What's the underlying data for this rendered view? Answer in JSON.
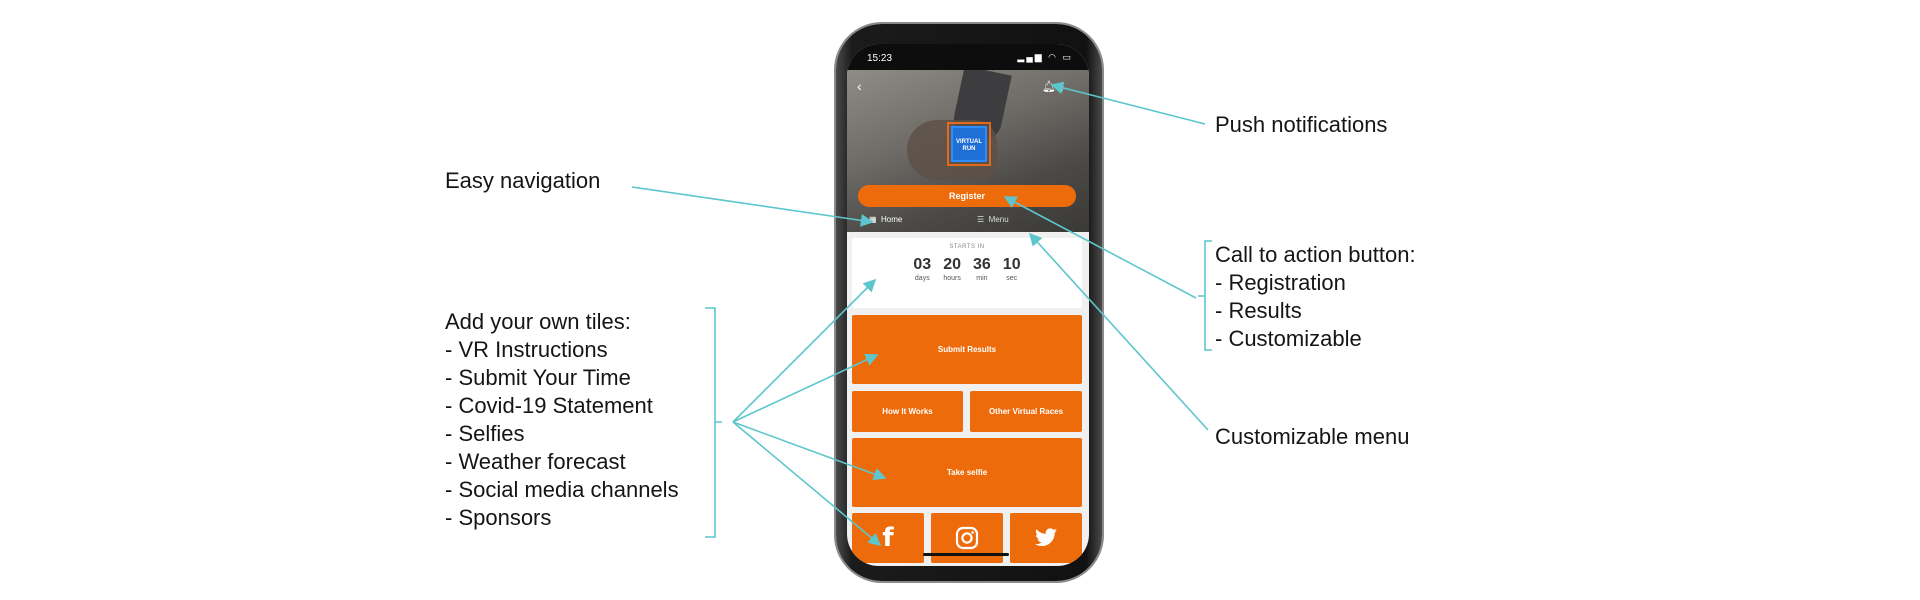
{
  "annotations": {
    "easy_navigation": "Easy navigation",
    "tiles_heading": "Add your own tiles:",
    "tiles_items": [
      "- VR Instructions",
      "- Submit Your Time",
      "- Covid-19 Statement",
      "- Selfies",
      "- Weather forecast",
      "- Social media channels",
      "- Sponsors"
    ],
    "push_notifications": "Push notifications",
    "cta_heading": "Call to action button:",
    "cta_items": [
      "- Registration",
      "- Results",
      "- Customizable"
    ],
    "customizable_menu": "Customizable menu"
  },
  "app": {
    "status_time": "15:23",
    "status_icons": "▂▄▆ ◠ ▭",
    "logo_text": "VIRTUAL RUN",
    "register_label": "Register",
    "nav": {
      "home": "Home",
      "menu": "Menu"
    },
    "countdown": {
      "label": "STARTS IN",
      "units": [
        {
          "value": "03",
          "unit": "days"
        },
        {
          "value": "20",
          "unit": "hours"
        },
        {
          "value": "36",
          "unit": "min"
        },
        {
          "value": "10",
          "unit": "sec"
        }
      ]
    },
    "tiles": {
      "submit_results": "Submit Results",
      "how_it_works": "How It Works",
      "other_races": "Other Virtual Races",
      "take_selfie": "Take selfie"
    },
    "social": [
      "facebook",
      "instagram",
      "twitter"
    ]
  },
  "colors": {
    "accent": "#ee6b0c",
    "arrow": "#5cc6cc"
  }
}
